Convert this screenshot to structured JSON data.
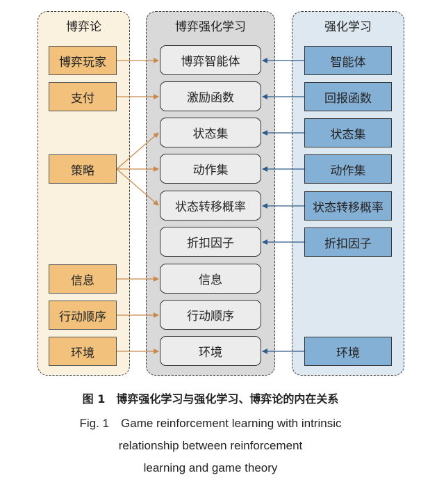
{
  "panels": {
    "left": {
      "title": "博弈论"
    },
    "middle": {
      "title": "博弈强化学习"
    },
    "right": {
      "title": "强化学习"
    }
  },
  "game_theory": [
    "博弈玩家",
    "支付",
    "策略",
    "信息",
    "行动顺序",
    "环境"
  ],
  "game_rl": [
    "博弈智能体",
    "激励函数",
    "状态集",
    "动作集",
    "状态转移概率",
    "折扣因子",
    "信息",
    "行动顺序",
    "环境"
  ],
  "rl": [
    "智能体",
    "回报函数",
    "状态集",
    "动作集",
    "状态转移概率",
    "折扣因子",
    "环境"
  ],
  "colors": {
    "orange_node": "#f2c27d",
    "blue_node": "#85b0d5",
    "orange_arrow": "#c9894a",
    "blue_arrow": "#2e5c8a"
  },
  "caption": {
    "cn": "图 1　博弈强化学习与强化学习、博弈论的内在关系",
    "en_line1": "Fig. 1　Game reinforcement learning with intrinsic",
    "en_line2": "relationship between reinforcement",
    "en_line3": "learning and game theory"
  }
}
